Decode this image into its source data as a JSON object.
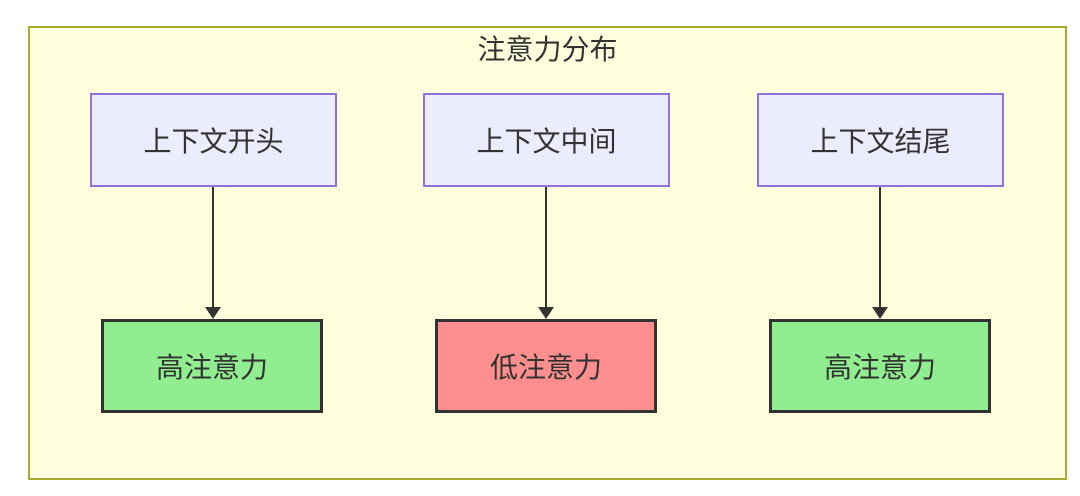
{
  "diagram": {
    "type": "flowchart",
    "title": "注意力分布",
    "columns": [
      {
        "source": "上下文开头",
        "target": "高注意力",
        "attention": "high"
      },
      {
        "source": "上下文中间",
        "target": "低注意力",
        "attention": "low"
      },
      {
        "source": "上下文结尾",
        "target": "高注意力",
        "attention": "high"
      }
    ],
    "colors": {
      "page_background": "#ffffff",
      "cluster_fill": "#ffffde",
      "cluster_border": "#aaaa33",
      "source_node_fill": "#ececff",
      "source_node_border": "#9370db",
      "high_attention_fill": "#90ee90",
      "low_attention_fill": "#ff8f8f",
      "target_node_border": "#333333",
      "arrow": "#333333",
      "text": "#333333"
    }
  }
}
